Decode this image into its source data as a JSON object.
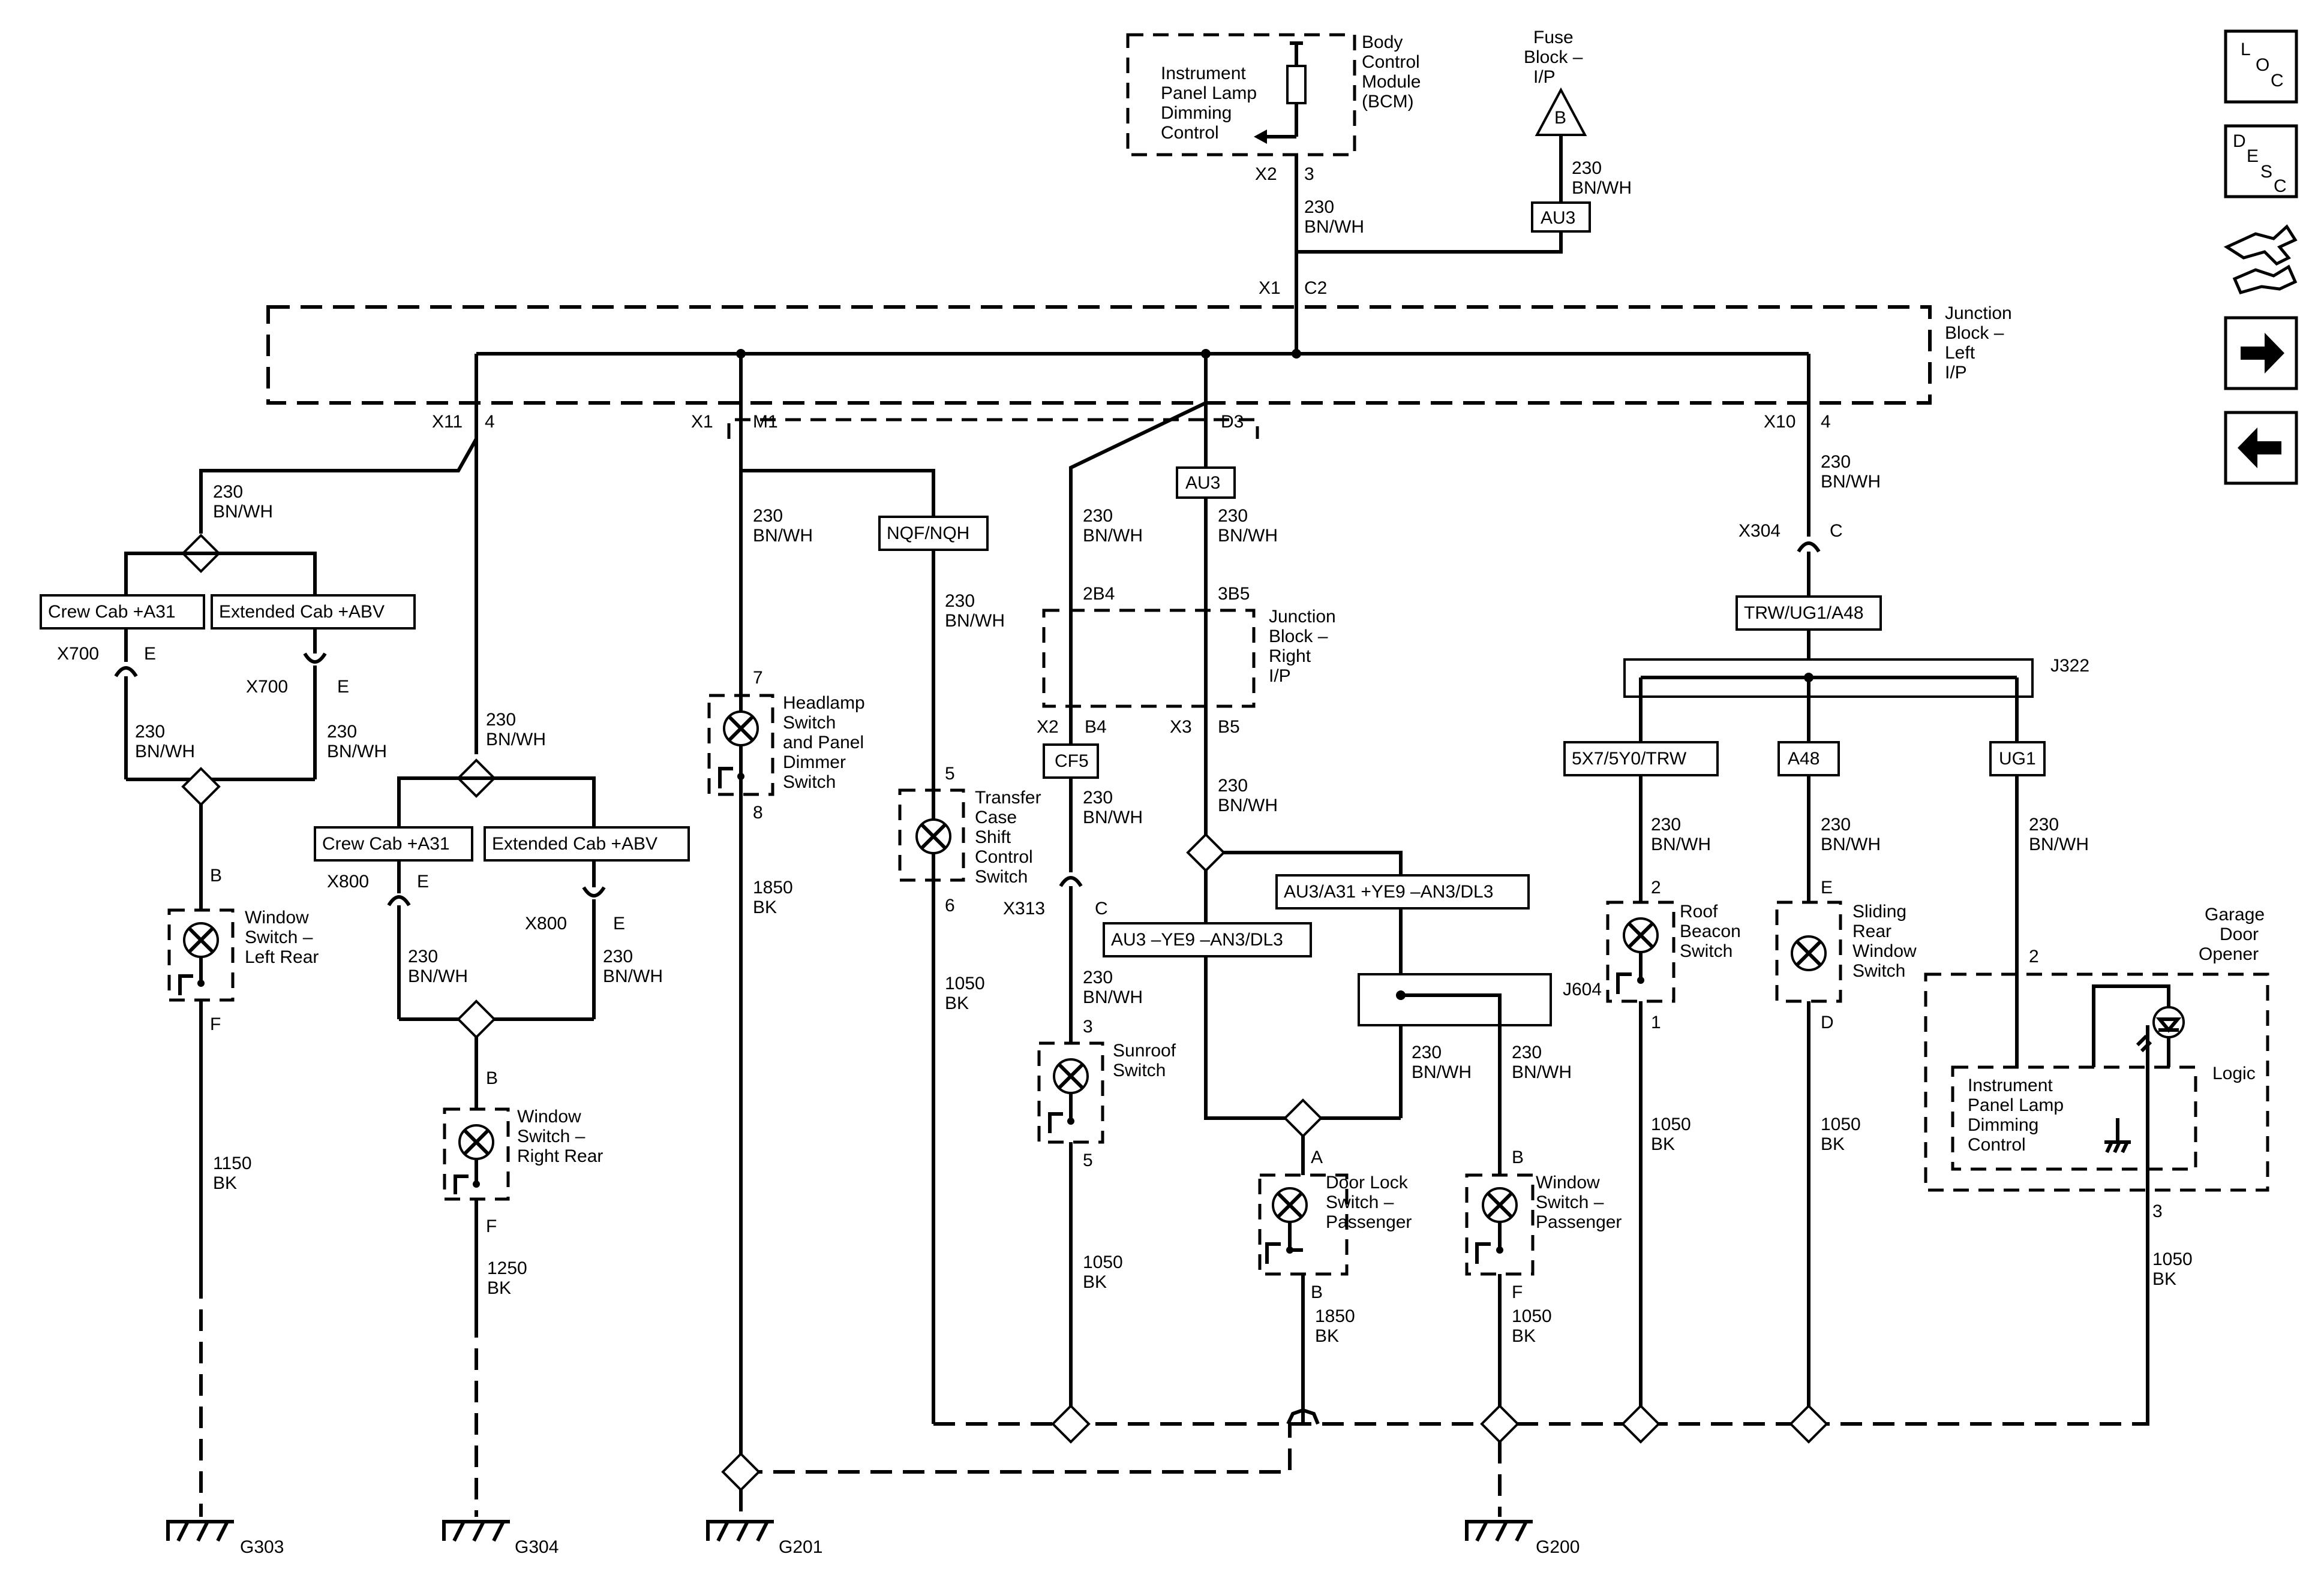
{
  "modules": {
    "bcm": {
      "line1": "Body",
      "line2": "Control",
      "line3": "Module",
      "line4": "(BCM)",
      "func1": "Instrument",
      "func2": "Panel Lamp",
      "func3": "Dimming",
      "func4": "Control",
      "pin_connector": "X2",
      "pin": "3"
    },
    "fuse_block": {
      "line1": "Fuse",
      "line2": "Block –",
      "line3": "I/P",
      "fuse": "B"
    },
    "jb_left": {
      "line1": "Junction",
      "line2": "Block –",
      "line3": "Left",
      "line4": "I/P",
      "top_conn": "X1",
      "top_pin": "C2"
    },
    "jb_right": {
      "line1": "Junction",
      "line2": "Block –",
      "line3": "Right",
      "line4": "I/P",
      "in1": "2B4",
      "in2": "3B5",
      "out_conn1": "X2",
      "out_pin1": "B4",
      "out_conn2": "X3",
      "out_pin2": "B5"
    },
    "garage": {
      "line1": "Garage",
      "line2": "Door",
      "line3": "Opener",
      "logic": "Logic",
      "func1": "Instrument",
      "func2": "Panel Lamp",
      "func3": "Dimming",
      "func4": "Control",
      "pin_in": "2",
      "pin_out": "3"
    }
  },
  "wire": {
    "size": "230",
    "color": "BN/WH"
  },
  "grounds": [
    {
      "wire": "1150",
      "color": "BK",
      "name": "G303"
    },
    {
      "wire": "1250",
      "color": "BK",
      "name": "G304"
    },
    {
      "wire": "1850",
      "color": "BK",
      "name": "G201"
    },
    {
      "wire": "1050",
      "color": "BK",
      "name": "G200"
    }
  ],
  "ground_wires": {
    "headlamp": "1850",
    "transfer": "1050",
    "sunroof": "1050",
    "doorlock": "1850",
    "window_pass": "1050",
    "beacon": "1050",
    "sliding": "1050",
    "garage": "1050",
    "color": "BK"
  },
  "connectors": {
    "x11": "X11",
    "x11_pin": "4",
    "x1": "X1",
    "x1_pin": "M1",
    "d3": "D3",
    "x10": "X10",
    "x10_pin": "4",
    "x304": "X304",
    "x304_pin": "C",
    "x700": "X700",
    "x700_pin": "E",
    "x800": "X800",
    "x800_pin": "E",
    "x313": "X313",
    "x313_pin": "C",
    "j322": "J322",
    "j604": "J604"
  },
  "option_labels": {
    "au3_top": "AU3",
    "au3_mid": "AU3",
    "crew_cab": "Crew Cab +A31",
    "ext_cab": "Extended Cab +ABV",
    "nqf": "NQF/NQH",
    "cf5": "CF5",
    "trw": "TRW/UG1/A48",
    "trw_branch": "5X7/5Y0/TRW",
    "a48": "A48",
    "ug1": "UG1",
    "au3_a31": "AU3/A31 +YE9 –AN3/DL3",
    "au3_ye9": "AU3 –YE9 –AN3/DL3"
  },
  "switches": {
    "wlr": {
      "l1": "Window",
      "l2": "Switch –",
      "l3": "Left Rear",
      "pin_top": "B",
      "pin_bot": "F"
    },
    "wrr": {
      "l1": "Window",
      "l2": "Switch –",
      "l3": "Right Rear",
      "pin_top": "B",
      "pin_bot": "F"
    },
    "head": {
      "l1": "Headlamp",
      "l2": "Switch",
      "l3": "and Panel",
      "l4": "Dimmer",
      "l5": "Switch",
      "pin_top": "7",
      "pin_bot": "8"
    },
    "tcase": {
      "l1": "Transfer",
      "l2": "Case",
      "l3": "Shift",
      "l4": "Control",
      "l5": "Switch",
      "pin_top": "5",
      "pin_bot": "6"
    },
    "sun": {
      "l1": "Sunroof",
      "l2": "Switch",
      "pin_top": "3",
      "pin_bot": "5"
    },
    "door": {
      "l1": "Door Lock",
      "l2": "Switch –",
      "l3": "Passenger",
      "pin_top": "A",
      "pin_bot": "B"
    },
    "wpass": {
      "l1": "Window",
      "l2": "Switch –",
      "l3": "Passenger",
      "pin_top": "B",
      "pin_bot": "F"
    },
    "beacon": {
      "l1": "Roof",
      "l2": "Beacon",
      "l3": "Switch",
      "pin_top": "2",
      "pin_bot": "1"
    },
    "slide": {
      "l1": "Sliding",
      "l2": "Rear",
      "l3": "Window",
      "l4": "Switch",
      "pin_top": "E",
      "pin_bot": "D"
    }
  },
  "nav_buttons": {
    "loc": {
      "a": "L",
      "b": "O",
      "c": "C"
    },
    "desc": {
      "a": "D",
      "b": "E",
      "c": "S",
      "d": "C"
    }
  }
}
